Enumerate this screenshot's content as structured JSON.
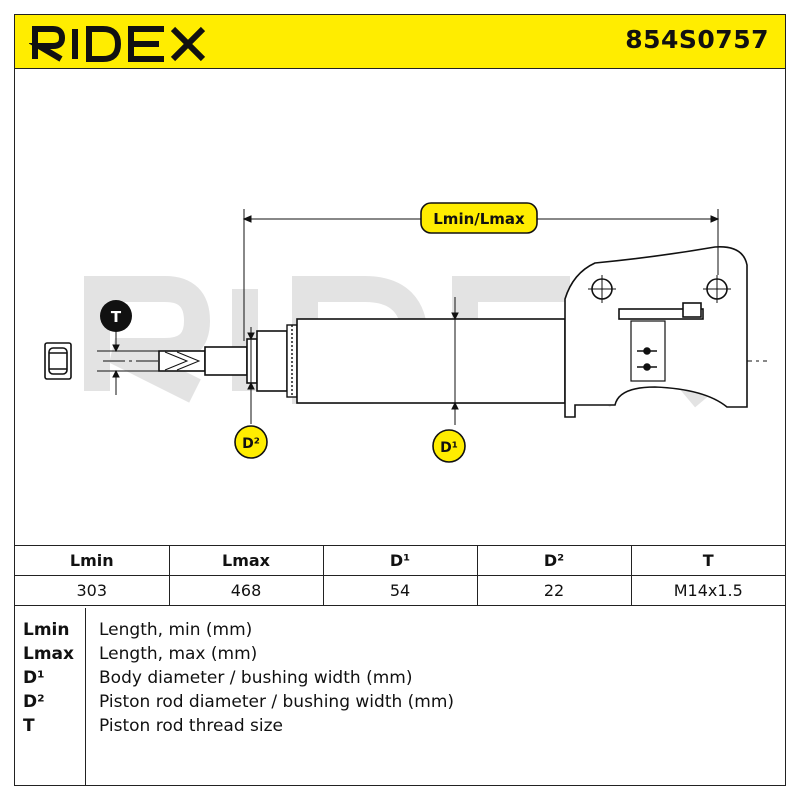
{
  "brand": {
    "name": "RIDEX",
    "color": "#ffed00"
  },
  "part_number": "854S0757",
  "labels": {
    "length": "Lmin/Lmax",
    "thread": "T",
    "rod_diameter": "D²",
    "body_diameter": "D¹"
  },
  "table": {
    "headers": [
      "Lmin",
      "Lmax",
      "D¹",
      "D²",
      "T"
    ],
    "values": [
      "303",
      "468",
      "54",
      "22",
      "M14x1.5"
    ]
  },
  "legend": [
    {
      "key": "Lmin",
      "desc": "Length, min (mm)"
    },
    {
      "key": "Lmax",
      "desc": "Length, max (mm)"
    },
    {
      "key": "D¹",
      "desc": "Body diameter / bushing width (mm)"
    },
    {
      "key": "D²",
      "desc": "Piston rod diameter / bushing width (mm)"
    },
    {
      "key": "T",
      "desc": "Piston rod thread size"
    }
  ]
}
